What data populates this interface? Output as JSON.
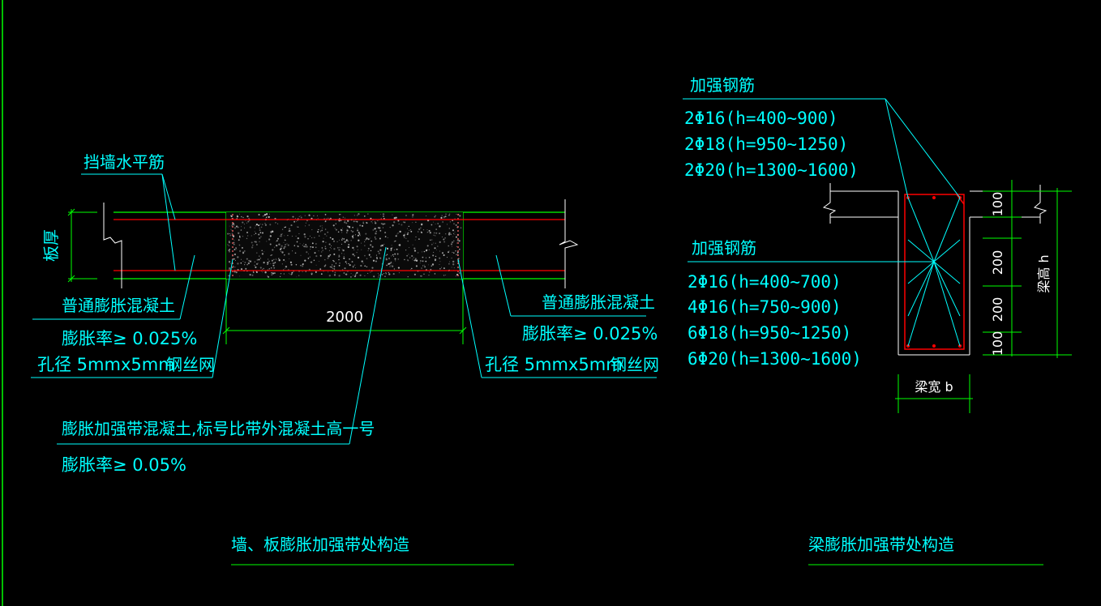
{
  "colors": {
    "background": "#000000",
    "leader": "#00ffff",
    "outline": "#00ff00",
    "rebar": "#ff0000",
    "text": "#00ffff",
    "dimension_text": "#ffffff",
    "aggregate": "#cccccc"
  },
  "wall_detail": {
    "label_rebar": "挡墙水平筋",
    "label_thickness": "板厚",
    "left_note": {
      "title": "普通膨胀混凝土",
      "rate": "膨胀率≥ 0.025%",
      "mesh_size": "孔径 5mmx5mm",
      "mesh_name": "钢丝网"
    },
    "right_note": {
      "title": "普通膨胀混凝土",
      "rate": "膨胀率≥ 0.025%",
      "mesh_size": "孔径 5mmx5mm",
      "mesh_name": "钢丝网"
    },
    "band_width": "2000",
    "band_note": {
      "title": "膨胀加强带混凝土,标号比带外混凝土高一号",
      "rate": "膨胀率≥ 0.05%"
    },
    "caption": "墙、板膨胀加强带处构造"
  },
  "beam_detail": {
    "top_note": {
      "title": "加强钢筋",
      "lines": [
        "2Φ16(h=400~900)",
        "2Φ18(h=950~1250)",
        "2Φ20(h=1300~1600)"
      ]
    },
    "bottom_note": {
      "title": "加强钢筋",
      "lines": [
        "2Φ16(h=400~700)",
        "4Φ16(h=750~900)",
        "6Φ18(h=950~1250)",
        "6Φ20(h=1300~1600)"
      ]
    },
    "dims": [
      "100",
      "200",
      "200",
      "100"
    ],
    "height_label": "梁高 h",
    "width_label": "梁宽 b",
    "caption": "梁膨胀加强带处构造"
  }
}
